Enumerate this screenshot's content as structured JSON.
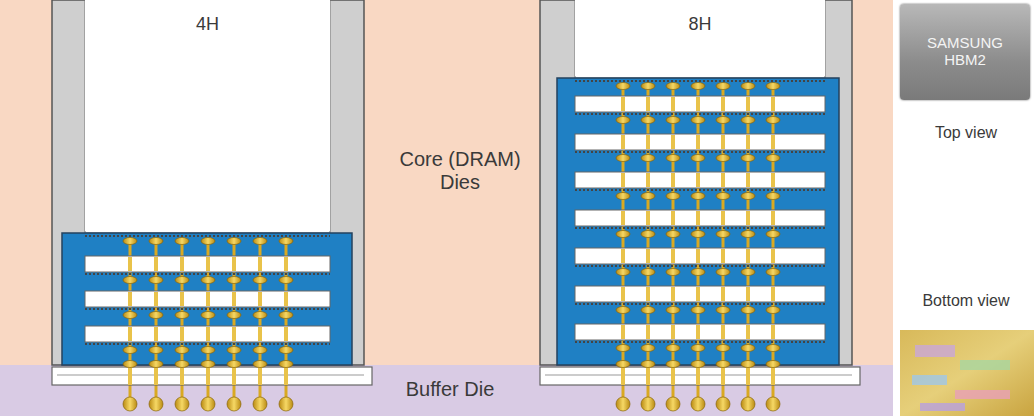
{
  "diagram": {
    "nodes": [
      {
        "text": [
          "Core (DRAM) Dies"
        ]
      },
      {
        "text": [
          "4H"
        ],
        "in": 0
      },
      {
        "text": [
          "8H"
        ],
        "in": 0
      },
      {
        "text": [
          "Buffer Die"
        ]
      },
      {
        "text": [
          "SAMSUNG HBM2"
        ]
      }
    ],
    "labels": [
      "Top view",
      "Bottom view"
    ]
  }
}
